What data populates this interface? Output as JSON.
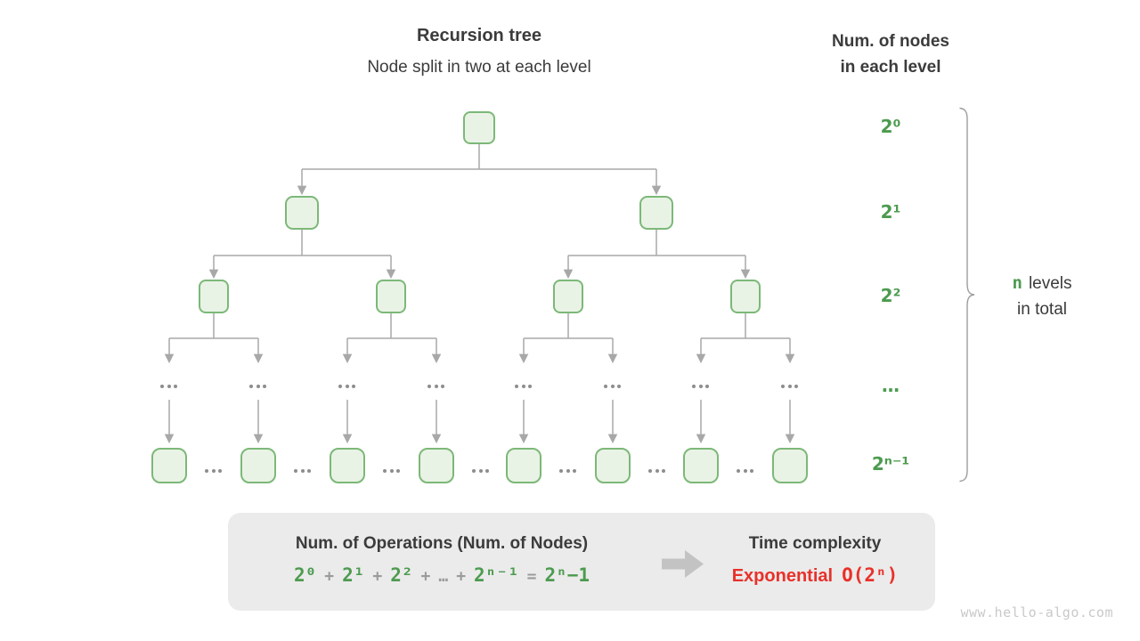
{
  "header": {
    "title": "Recursion tree",
    "subtitle": "Node split in two at each level"
  },
  "right_header": {
    "line1": "Num. of nodes",
    "line2": "in each level"
  },
  "level_labels": [
    "2⁰",
    "2¹",
    "2²",
    "…",
    "2ⁿ⁻¹"
  ],
  "brace_label": {
    "n": "n",
    "levels": "levels",
    "line2": "in total"
  },
  "summary": {
    "title": "Num. of Operations (Num. of Nodes)",
    "formula_tokens": [
      {
        "text": "2⁰",
        "color": "green"
      },
      {
        "text": "+",
        "color": "gray"
      },
      {
        "text": "2¹",
        "color": "green"
      },
      {
        "text": "+",
        "color": "gray"
      },
      {
        "text": "2²",
        "color": "green"
      },
      {
        "text": "+",
        "color": "gray"
      },
      {
        "text": "…",
        "color": "gray"
      },
      {
        "text": "+",
        "color": "gray"
      },
      {
        "text": "2ⁿ⁻¹",
        "color": "green"
      },
      {
        "text": "=",
        "color": "gray"
      },
      {
        "text": "2ⁿ−1",
        "color": "green"
      }
    ],
    "complexity_title": "Time complexity",
    "complexity_name": "Exponential",
    "complexity_bigO": "O(2ⁿ)"
  },
  "watermark": "www.hello-algo.com",
  "colors": {
    "green_text": "#4c9b4f",
    "node_border": "#7cb878",
    "node_fill": "#e9f3e5",
    "connector_gray": "#a8a8a8",
    "red": "#e8312a",
    "box_bg": "#ebebeb"
  }
}
